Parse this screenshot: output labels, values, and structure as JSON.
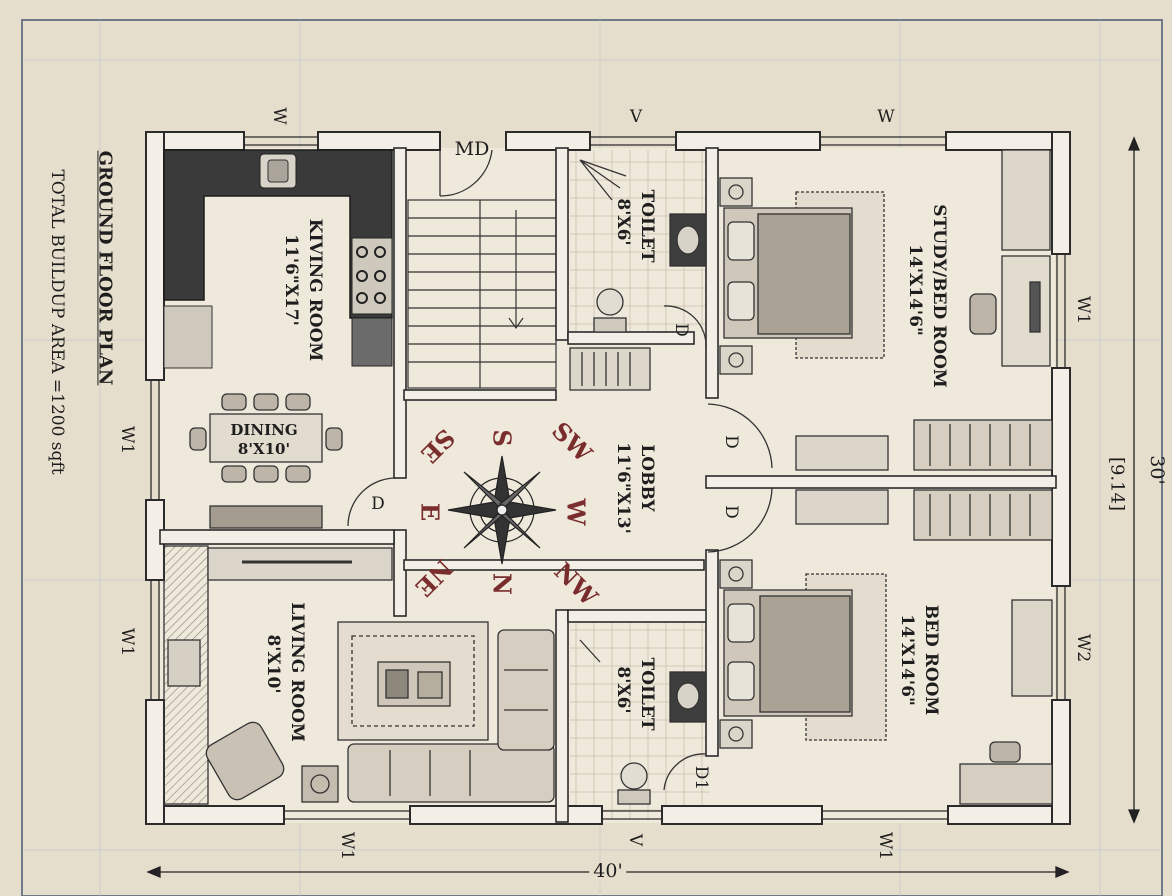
{
  "plan": {
    "title": "GROUND FLOOR PLAN",
    "area": "TOTAL BUILDUP AREA =1200 sqft",
    "dimension_width": "40'",
    "dimension_depth": "30'",
    "dimension_depth_metric": "[9.14]"
  },
  "rooms": {
    "kitchen": {
      "name": "KIVING ROOM",
      "size": "11'6\"X17'"
    },
    "dining": {
      "name": "DINING",
      "size": "8'X10'"
    },
    "living": {
      "name": "LIVING ROOM",
      "size": "8'X10'"
    },
    "lobby": {
      "name": "LOBBY",
      "size": "11'6\"X13'"
    },
    "toilet_top": {
      "name": "TOILET",
      "size": "8'X6'"
    },
    "toilet_bottom": {
      "name": "TOILET",
      "size": "8'X6'"
    },
    "study": {
      "name": "STUDY/BED ROOM",
      "size": "14'X14'6\""
    },
    "bedroom": {
      "name": "BED ROOM",
      "size": "14'X14'6\""
    }
  },
  "openings": {
    "main_door": "MD",
    "door": "D",
    "door_d1": "D1",
    "window": "W",
    "window_w1": "W1",
    "window_w2": "W2",
    "ventilator": "V"
  },
  "compass": {
    "n": "N",
    "s": "S",
    "e": "E",
    "w": "W",
    "ne": "NE",
    "nw": "NW",
    "se": "SE",
    "sw": "SW"
  }
}
